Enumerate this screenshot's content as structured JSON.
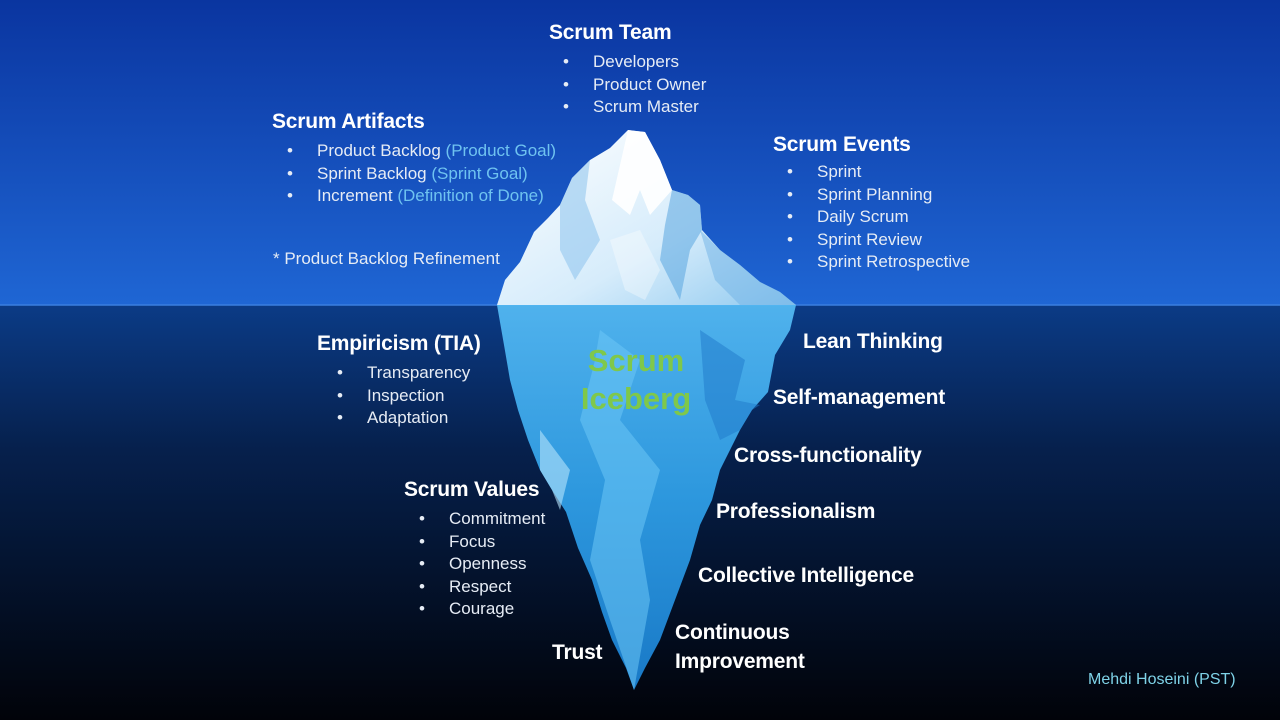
{
  "title_lines": [
    "Scrum",
    "Iceberg"
  ],
  "scrum_team": {
    "heading": "Scrum Team",
    "items": [
      "Developers",
      "Product Owner",
      "Scrum Master"
    ]
  },
  "scrum_artifacts": {
    "heading": "Scrum Artifacts",
    "items": [
      {
        "text": "Product Backlog",
        "hint": "(Product Goal)"
      },
      {
        "text": "Sprint Backlog",
        "hint": "(Sprint Goal)"
      },
      {
        "text": "Increment",
        "hint": "(Definition of Done)"
      }
    ],
    "note": "*  Product Backlog Refinement"
  },
  "scrum_events": {
    "heading": "Scrum Events",
    "items": [
      "Sprint",
      "Sprint Planning",
      "Daily Scrum",
      "Sprint Review",
      "Sprint Retrospective"
    ]
  },
  "empiricism": {
    "heading": "Empiricism (TIA)",
    "items": [
      "Transparency",
      "Inspection",
      "Adaptation"
    ]
  },
  "scrum_values": {
    "heading": "Scrum Values",
    "items": [
      "Commitment",
      "Focus",
      "Openness",
      "Respect",
      "Courage"
    ]
  },
  "principles": [
    "Lean Thinking",
    "Self-management",
    "Cross-functionality",
    "Professionalism",
    "Collective Intelligence",
    "Continuous",
    "Improvement"
  ],
  "trust": "Trust",
  "credit": "Mehdi Hoseini (PST)",
  "colors": {
    "sky_top": "#0a3aa8",
    "sky_bottom": "#1d62d0",
    "water_top": "#0d3f8a",
    "water_bottom": "#02050d",
    "title_green": "#7fc84a",
    "hint_cyan": "#6fc3f0"
  }
}
